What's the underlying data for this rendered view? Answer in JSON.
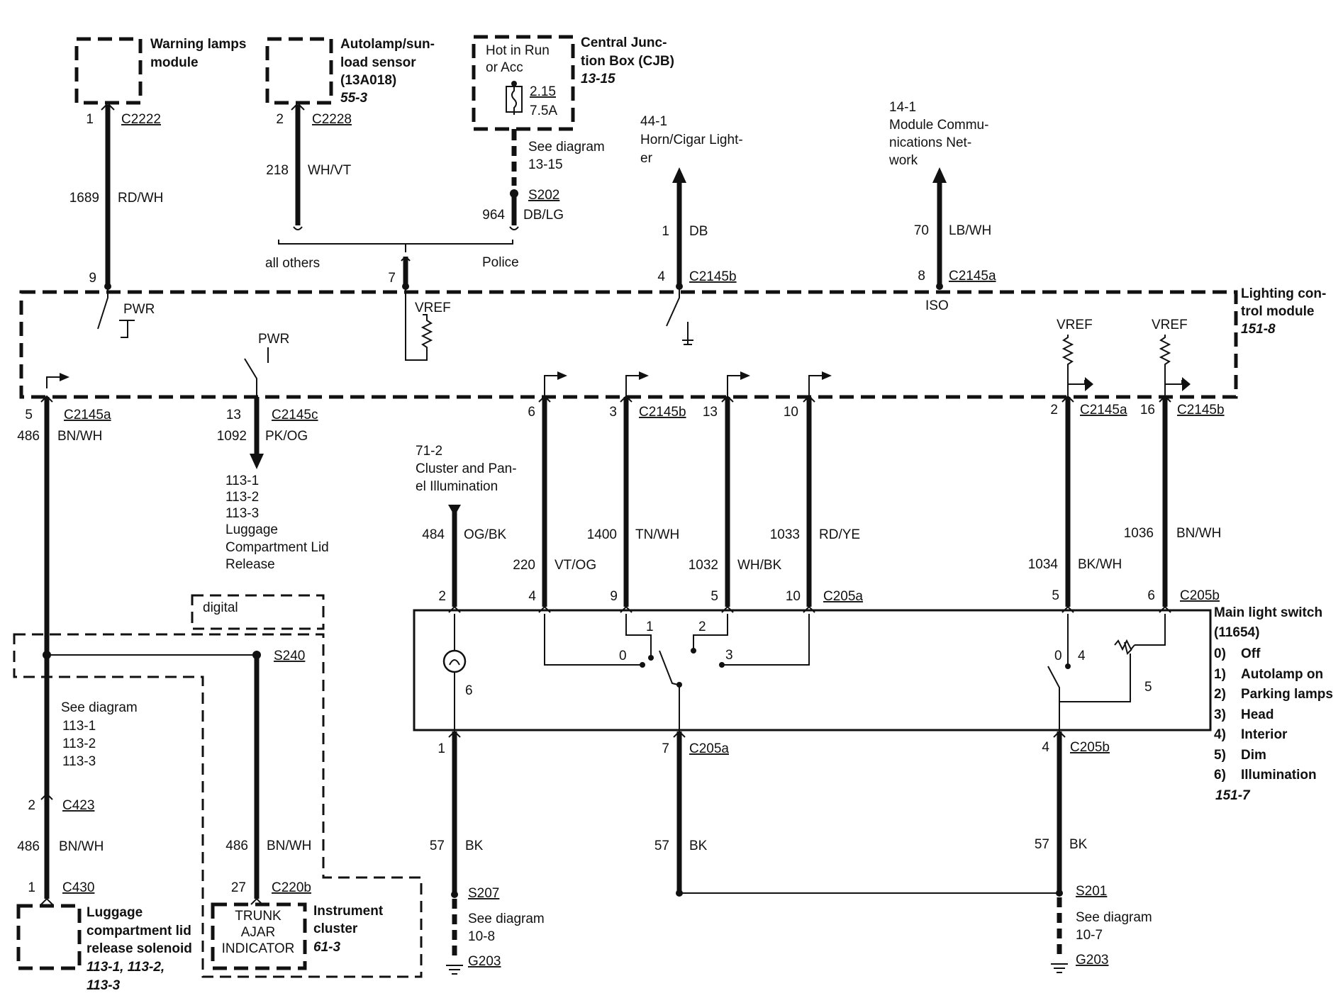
{
  "warning_lamps": {
    "title": [
      "Warning lamps",
      "module"
    ],
    "pin": "1",
    "conn": "C2222",
    "circuit": "1689",
    "color": "RD/WH"
  },
  "autolamp_sensor": {
    "title": [
      "Autolamp/sun-",
      "load sensor",
      "(13A018)"
    ],
    "ref": "55-3",
    "pin": "2",
    "conn": "C2228",
    "circuit": "218",
    "color": "WH/VT"
  },
  "cjb": {
    "box": [
      "Hot in Run",
      "or Acc"
    ],
    "fuse": "2.15",
    "amps": "7.5A",
    "title": [
      "Central Junc-",
      "tion Box (CJB)"
    ],
    "ref": "13-15",
    "see": [
      "See diagram",
      "13-15"
    ],
    "splice": "S202",
    "circuit": "964",
    "color": "DB/LG"
  },
  "options": {
    "left": "all others",
    "right": "Police"
  },
  "horn": {
    "ref": [
      "44-1",
      "Horn/Cigar Light-",
      "er"
    ],
    "circuit": "1",
    "color": "DB"
  },
  "mcn": {
    "ref": [
      "14-1",
      "Module Commu-",
      "nications Net-",
      "work"
    ],
    "circuit": "70",
    "color": "LB/WH"
  },
  "lcm": {
    "title": [
      "Lighting con-",
      "trol module"
    ],
    "ref": "151-8",
    "pins_top": {
      "p9": "9",
      "p7": "7",
      "p4": "4",
      "p4_conn": "C2145b",
      "p8": "8",
      "p8_conn": "C2145a"
    },
    "labels": {
      "pwr1": "PWR",
      "vref1": "VREF",
      "pwr2": "PWR",
      "iso": "ISO",
      "vref2": "VREF",
      "vref3": "VREF"
    }
  },
  "bottom_pins": {
    "a": {
      "pin": "5",
      "conn": "C2145a",
      "circuit": "486",
      "color": "BN/WH"
    },
    "b": {
      "pin": "13",
      "conn": "C2145c",
      "circuit": "1092",
      "color": "PK/OG"
    },
    "c": {
      "pin": "6"
    },
    "d": {
      "pin": "3",
      "conn": "C2145b"
    },
    "e": {
      "pin": "13"
    },
    "f": {
      "pin": "10"
    },
    "g": {
      "pin": "2",
      "conn": "C2145a"
    },
    "h": {
      "pin": "16",
      "conn": "C2145b"
    }
  },
  "luggage_release_ref": [
    "113-1",
    "113-2",
    "113-3",
    "Luggage",
    "Compartment Lid",
    "Release"
  ],
  "cluster_illum": {
    "ref": [
      "71-2",
      "Cluster and Pan-",
      "el Illumination"
    ],
    "circuit": "484",
    "color": "OG/BK"
  },
  "wires_mid": {
    "w220": {
      "circuit": "220",
      "color": "VT/OG"
    },
    "w1400": {
      "circuit": "1400",
      "color": "TN/WH"
    },
    "w1032": {
      "circuit": "1032",
      "color": "WH/BK"
    },
    "w1033": {
      "circuit": "1033",
      "color": "RD/YE"
    },
    "w1034": {
      "circuit": "1034",
      "color": "BK/WH"
    },
    "w1036": {
      "circuit": "1036",
      "color": "BN/WH"
    }
  },
  "c205_pins": {
    "p2": "2",
    "p4": "4",
    "p9": "9",
    "p5": "5",
    "p10": "10",
    "c205a": "C205a",
    "p5b": "5",
    "p6b": "6",
    "c205b": "C205b"
  },
  "main_switch": {
    "title": [
      "Main light switch",
      "(11654)"
    ],
    "legend": [
      [
        "0)",
        "Off"
      ],
      [
        "1)",
        "Autolamp on"
      ],
      [
        "2)",
        "Parking lamps"
      ],
      [
        "3)",
        "Head"
      ],
      [
        "4)",
        "Interior"
      ],
      [
        "5)",
        "Dim"
      ],
      [
        "6)",
        "Illumination"
      ]
    ],
    "ref": "151-7",
    "pos": {
      "p0": "0",
      "p1": "1",
      "p2": "2",
      "p3": "3",
      "p0b": "0",
      "p4": "4",
      "p5": "5",
      "p6": "6"
    }
  },
  "switch_out": {
    "p1": "1",
    "p7": "7",
    "c205a": "C205a",
    "p4": "4",
    "c205b": "C205b"
  },
  "ground_left": {
    "circuit": "57",
    "color": "BK",
    "splice": "S207",
    "see": [
      "See diagram",
      "10-8"
    ],
    "ground": "G203"
  },
  "ground_mid": {
    "circuit": "57",
    "color": "BK"
  },
  "ground_right": {
    "circuit": "57",
    "color": "BK",
    "splice": "S201",
    "see": [
      "See diagram",
      "10-7"
    ],
    "ground": "G203"
  },
  "digital": "digital",
  "s240": "S240",
  "left_see": [
    "See diagram",
    "113-1",
    "113-2",
    "113-3"
  ],
  "c423": {
    "pin": "2",
    "conn": "C423",
    "circuit": "486",
    "color": "BN/WH"
  },
  "c430": {
    "pin": "1",
    "conn": "C430"
  },
  "solenoid": {
    "title": [
      "Luggage",
      "compartment lid",
      "release solenoid"
    ],
    "ref": [
      "113-1, 113-2,",
      "113-3"
    ]
  },
  "cluster": {
    "circuit": "486",
    "color": "BN/WH",
    "pin": "27",
    "conn": "C220b",
    "indicator": [
      "TRUNK",
      "AJAR",
      "INDICATOR"
    ],
    "title": [
      "Instrument",
      "cluster"
    ],
    "ref": "61-3"
  }
}
